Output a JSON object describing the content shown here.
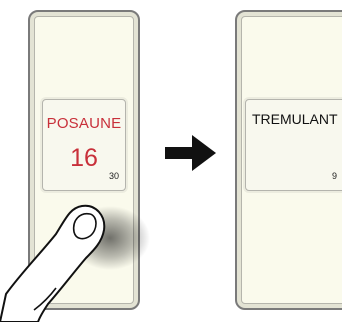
{
  "before": {
    "stop_name": "POSAUNE",
    "pitch": "16",
    "number": "30"
  },
  "after": {
    "stop_name": "TREMULANT",
    "number": "9"
  },
  "colors": {
    "card_background": "#fafaec",
    "stop_name_red": "#c8303a",
    "arrow": "#111111"
  },
  "icons": {
    "arrow": "arrow-right-icon",
    "hand": "pointing-finger-icon"
  }
}
